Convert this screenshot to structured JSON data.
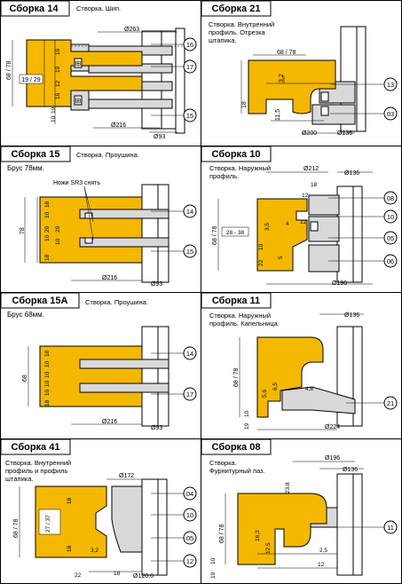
{
  "colors": {
    "wood": "#F5B800",
    "cutter": "#D9D9D9",
    "cutter_dark": "#A8A8A8",
    "line": "#000000"
  },
  "cells": [
    {
      "title": "Сборка 14",
      "subtitle": "",
      "caption": "Створка. Шип.",
      "dims": {
        "diam_top": "Ø263",
        "diam_bottom": "Ø216",
        "diam_right": "Ø93",
        "height": "68 / 78",
        "inner": "19 / 29",
        "d1": "10",
        "d2": "16",
        "d3": "19",
        "d4": "12",
        "d5": "16",
        "d6": "19",
        "d7": "10",
        "d8": "19"
      },
      "callouts": [
        "16",
        "17",
        "15"
      ]
    },
    {
      "title": "Сборка 21",
      "subtitle": "",
      "caption_lines": [
        "Створка. Внутренний",
        "профиль. Отрезка",
        "штапика."
      ],
      "dims": {
        "top": "68 / 78",
        "depth": "3,2",
        "left": "18",
        "small": "11,5",
        "diam_left": "Ø200",
        "diam_right": "Ø136"
      },
      "callouts": [
        "13",
        "03"
      ]
    },
    {
      "title": "Сборка 15",
      "subtitle": "Брус 78мм.",
      "caption": "Створка. Проушина.",
      "note": "Ножи SR3 снять",
      "dims": {
        "height": "78",
        "d1": "18",
        "d2": "10",
        "d3": "20",
        "d4": "10",
        "d5": "20",
        "d6": "10",
        "d7": "18",
        "diam_bottom": "Ø216",
        "diam_right": "Ø93"
      },
      "callouts": [
        "14",
        "15"
      ]
    },
    {
      "title": "Сборка 10",
      "subtitle": "",
      "caption_lines": [
        "Створка. Наружный",
        "профиль."
      ],
      "dims": {
        "diam_top": "Ø212",
        "diam_right": "Ø136",
        "top": "18",
        "top2": "12",
        "height": "68 / 78",
        "range": "28 - 38",
        "d1": "3,5",
        "d2": "4",
        "d3": "12",
        "d4": "10",
        "d5": "22",
        "d6": "5",
        "diam_bottom": "Ø196"
      },
      "callouts": [
        "08",
        "10",
        "05",
        "06"
      ]
    },
    {
      "title": "Сборка 15А",
      "subtitle": "Брус 68мм.",
      "caption": "Створка. Проушина.",
      "dims": {
        "height": "68",
        "d1": "18",
        "d2": "10",
        "d3": "10",
        "d4": "10",
        "d5": "10",
        "d6": "18",
        "diam_bottom": "Ø216",
        "diam_right": "Ø93"
      },
      "callouts": [
        "14",
        "17"
      ]
    },
    {
      "title": "Сборка 11",
      "subtitle": "",
      "caption_lines": [
        "Створка. Наружный",
        "профиль. Капельница."
      ],
      "dims": {
        "diam_top": "Ø136",
        "height": "68 / 78",
        "d1": "5,6",
        "d2": "6,5",
        "d3": "4,8",
        "d4": "10",
        "d5": "19",
        "diam_bottom": "Ø224"
      },
      "callouts": [
        "21"
      ]
    },
    {
      "title": "Сборка 41",
      "subtitle": "",
      "caption_lines": [
        "Створка. Внутренний",
        "профиль и профиль",
        "штапика."
      ],
      "dims": {
        "diam_top": "Ø172",
        "height": "68 / 78",
        "inner": "27 / 37",
        "d1": "18",
        "d2": "18",
        "d3": "3,2",
        "d4": "18",
        "d5": "22",
        "diam_bottom": "Ø120,6"
      },
      "callouts": [
        "04",
        "10",
        "05",
        "12"
      ]
    },
    {
      "title": "Сборка 08",
      "subtitle": "",
      "caption_lines": [
        "Створка.",
        "Фурнитурный паз."
      ],
      "dims": {
        "diam_top": "Ø196",
        "diam_right": "Ø136",
        "d1": "23,8",
        "height": "68 / 78",
        "d2": "16,3",
        "d3": "12,5",
        "d4": "2,5",
        "d5": "12",
        "d6": "10",
        "d7": "19"
      },
      "callouts": [
        "11"
      ]
    }
  ]
}
